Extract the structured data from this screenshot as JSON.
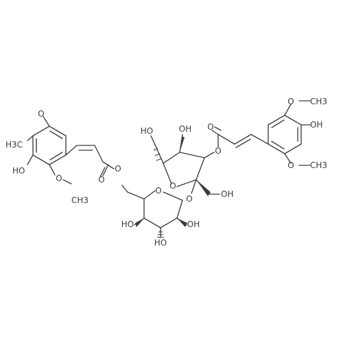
{
  "labels": {
    "ho_c6": "HO",
    "oh_c4f": "OH",
    "o_ester_right": "O",
    "o_carbonyl_right": "O",
    "methoxy_top_right": "O",
    "ch3_top_right": "CH3",
    "oh_phenol_right": "OH",
    "o_methoxy_bottom_right": "O",
    "ch3_bottom_right": "CH3",
    "oh_c1f": "OH",
    "o_ring_furan": "O",
    "o_glycosidic": "O",
    "o_ring_pyran": "O",
    "o_ester_left": "O",
    "o_carbonyl_left": "O",
    "h3c_left": "H3C",
    "o_methoxy_top_left": "O",
    "ho_phenol_left": "HO",
    "o_methoxy_bottom_left": "O",
    "ch3_bottom_left": "CH3",
    "ho_c4g": "HO",
    "ho_c3g": "HO",
    "oh_c2g": "OH"
  },
  "colors": {
    "bond": "#3b3b3b",
    "background": "#ffffff"
  }
}
